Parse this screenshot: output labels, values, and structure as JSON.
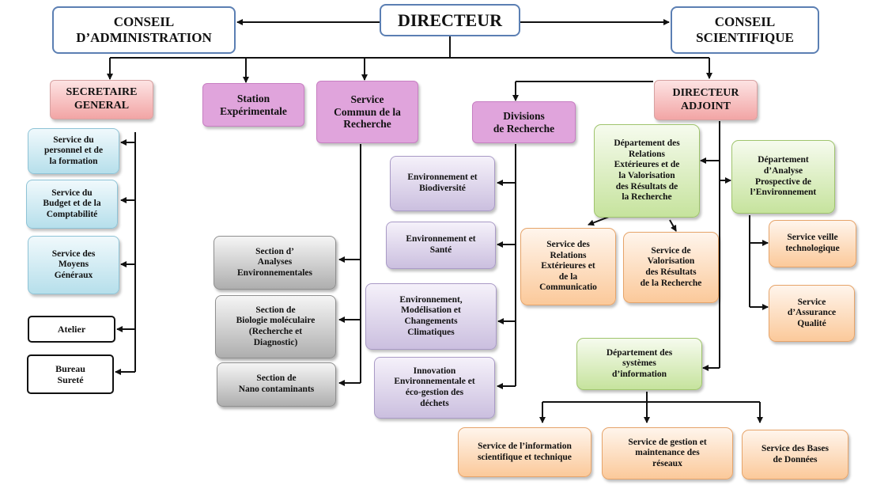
{
  "nodes": {
    "directeur": "DIRECTEUR",
    "conseil_admin": "CONSEIL\nD’ADMINISTRATION",
    "conseil_sci": "CONSEIL\nSCIENTIFIQUE",
    "secretaire": "SECRETAIRE\nGENERAL",
    "station": "Station\nExpérimentale",
    "service_commun": "Service\nCommun de la\nRecherche",
    "divisions": "Divisions\nde Recherche",
    "directeur_adjoint": "DIRECTEUR\nADJOINT",
    "personnel": "Service du\npersonnel et de\nla formation",
    "budget": "Service du\nBudget et de la\nComptabilité",
    "moyens": "Service des\nMoyens\nGénéraux",
    "atelier": "Atelier",
    "bureau": "Bureau\nSureté",
    "section_analyses": "Section d’\nAnalyses\nEnvironnementales",
    "section_bio": "Section de\nBiologie moléculaire\n(Recherche et\nDiagnostic)",
    "section_nano": "Section de\nNano contaminants",
    "env_bio": "Environnement et\nBiodiversité",
    "env_sante": "Environnement et\nSanté",
    "env_climat": "Environnement,\nModélisation et\nChangements\nClimatiques",
    "innovation": "Innovation\nEnvironnementale et\néco-gestion des\ndéchets",
    "dept_relations": "Département des\nRelations\nExtérieures et de\nla Valorisation\ndes Résultats de\nla Recherche",
    "dept_analyse": "Département\nd’Analyse\nProspective de\nl’Environnement",
    "svc_relations": "Service des\nRelations\nExtérieures et\nde la\nCommunicatio",
    "svc_valorisation": "Service de\nValorisation\ndes Résultats\nde la Recherche",
    "veille": "Service veille\ntechnologique",
    "assurance": "Service\nd’Assurance\nQualité",
    "dept_si": "Département des\nsystèmes\nd’information",
    "info_sci": "Service de l’information\nscientifique et technique",
    "gestion_reseaux": "Service de gestion et\nmaintenance des\nréseaux",
    "bases": "Service des Bases\nde Données"
  },
  "colors": {
    "top_border": "#5b7fb3",
    "line": "#111111"
  }
}
